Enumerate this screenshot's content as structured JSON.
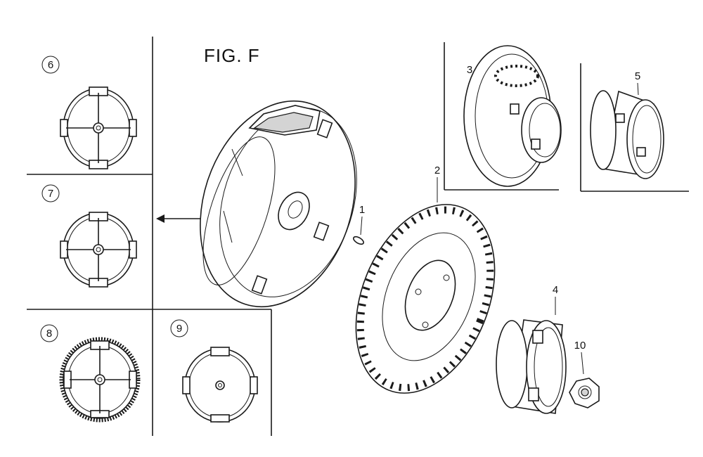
{
  "figure": {
    "title": "FIG. F"
  },
  "callouts": {
    "c1": "1",
    "c2": "2",
    "c3": "3",
    "c4": "4",
    "c5": "5",
    "c6": "6",
    "c7": "7",
    "c8": "8",
    "c9": "9",
    "c10": "10"
  },
  "colors": {
    "line": "#1a1a1a",
    "shade": "#cfcfcf",
    "background": "#ffffff"
  }
}
